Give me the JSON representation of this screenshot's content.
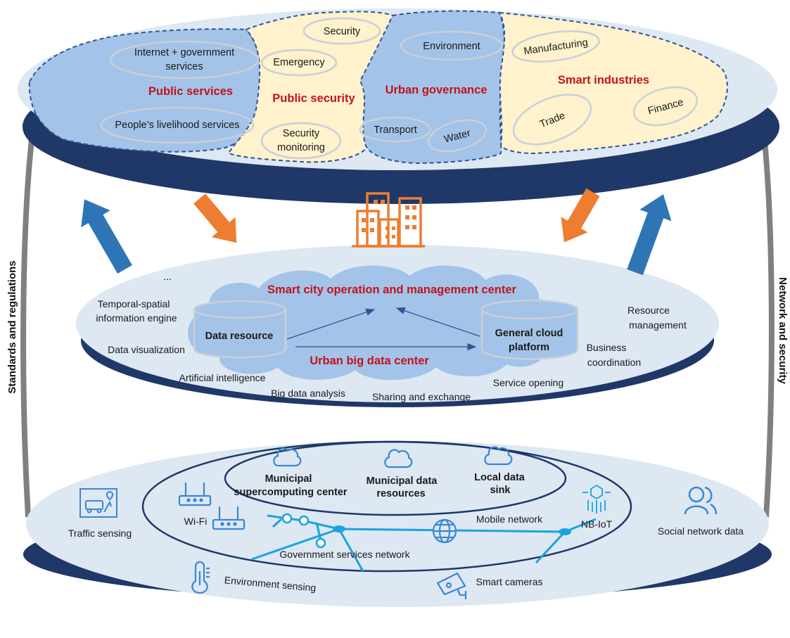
{
  "side_labels": {
    "left": "Standards and regulations",
    "right": "Network and security"
  },
  "top_layer": {
    "domains": {
      "public_services": "Public services",
      "public_security": "Public security",
      "urban_governance": "Urban governance",
      "smart_industries": "Smart industries"
    },
    "items": {
      "internet_gov_line1": "Internet + government",
      "internet_gov_line2": "services",
      "livelihood": "People’s livelihood services",
      "security": "Security",
      "emergency": "Emergency",
      "security_monitoring_line1": "Security",
      "security_monitoring_line2": "monitoring",
      "environment": "Environment",
      "transport": "Transport",
      "water": "Water",
      "manufacturing": "Manufacturing",
      "trade": "Trade",
      "finance": "Finance"
    }
  },
  "middle_layer": {
    "center_title": "Smart city operation and management center",
    "big_data_center": "Urban big data center",
    "data_resource": "Data resource",
    "cloud_line1": "General cloud",
    "cloud_line2": "platform",
    "ellipsis": "...",
    "temporal_line1": "Temporal-spatial",
    "temporal_line2": "information engine",
    "data_visualization": "Data visualization",
    "artificial_intelligence": "Artificial intelligence",
    "big_data_analysis": "Big data analysis",
    "sharing_exchange": "Sharing and exchange",
    "service_opening": "Service opening",
    "business_line1": "Business",
    "business_line2": "coordination",
    "resource_line1": "Resource",
    "resource_line2": "management"
  },
  "bottom_layer": {
    "supercomputing_line1": "Municipal",
    "supercomputing_line2": "supercomputing center",
    "municipal_data_line1": "Municipal data",
    "municipal_data_line2": "resources",
    "local_sink_line1": "Local data",
    "local_sink_line2": "sink",
    "traffic_sensing": "Traffic sensing",
    "wifi": "Wi-Fi",
    "mobile_network": "Mobile network",
    "nb_iot": "NB-IoT",
    "social_network": "Social network data",
    "gov_network": "Government services network",
    "environment_sensing": "Environment sensing",
    "smart_cameras": "Smart cameras"
  },
  "colors": {
    "navy": "#1f3868",
    "disc_top": "#dde8f3",
    "blue_region": "#a4c3e8",
    "yellow_region": "#fff2cc",
    "label_red": "#c0141b",
    "arrow_blue": "#2e75b6",
    "arrow_orange": "#ed7d31",
    "icon_blue": "#3a86d4"
  }
}
